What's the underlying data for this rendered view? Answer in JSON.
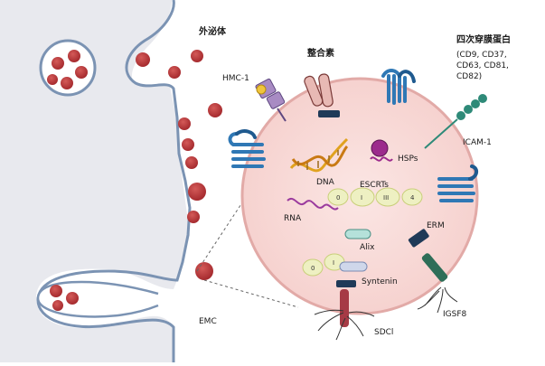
{
  "labels": {
    "exosome": "外泌体",
    "integrin": "整合素",
    "tetraspanins_title": "四次穿膜蛋白",
    "tetraspanins_members": [
      "(CD9, CD37,",
      "CD63, CD81,",
      "CD82)"
    ],
    "hmc1": "HMC-1",
    "icam1": "ICAM-1",
    "dna": "DNA",
    "hsps": "HSPs",
    "escrts": "ESCRTs",
    "escrt_subunits": [
      "0",
      "I",
      "III",
      "4"
    ],
    "rna": "RNA",
    "erm": "ERM",
    "alix": "Alix",
    "syntenin": "Syntenin",
    "syntenin_subunits": [
      "0",
      "I"
    ],
    "emc": "EMC",
    "sdcl": "SDCl",
    "igsf8": "IGSF8"
  }
}
